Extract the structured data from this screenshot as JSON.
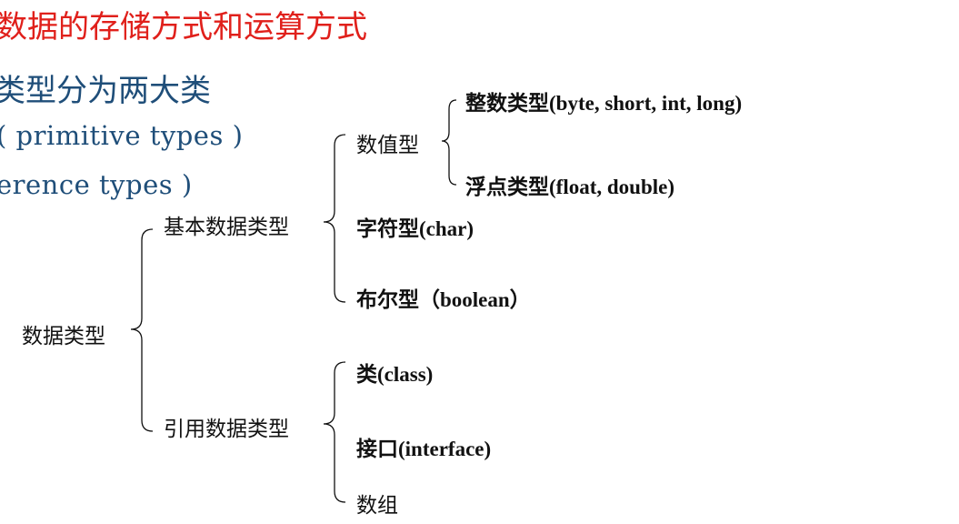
{
  "slide": {
    "title": "数据的存储方式和运算方式",
    "subtitle_line1": "类型分为两大类",
    "subtitle_line2": "( primitive types )",
    "subtitle_line3": "erence types )"
  },
  "tree": {
    "root": "数据类型",
    "primitive": {
      "label": "基本数据类型",
      "numeric": {
        "label": "数值型",
        "integer": "整数类型(byte, short, int, long)",
        "float": "浮点类型(float, double)"
      },
      "char": "字符型(char)",
      "boolean": "布尔型（boolean）"
    },
    "reference": {
      "label": "引用数据类型",
      "class": "类(class)",
      "interface": "接口(interface)",
      "array": "数组"
    }
  }
}
